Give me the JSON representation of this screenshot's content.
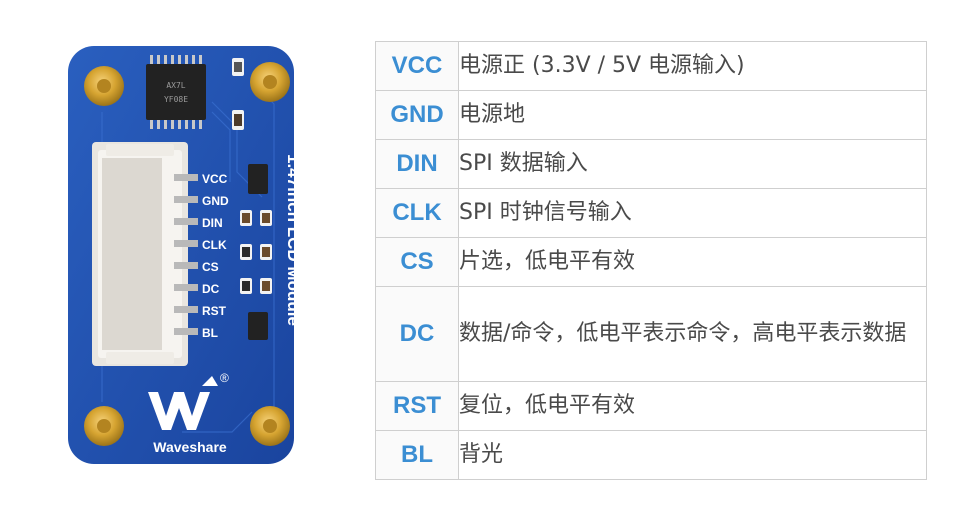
{
  "board": {
    "silk_title": "1.47inch LCD Module",
    "brand": "Waveshare",
    "registered_mark": "®",
    "chip_lines": [
      "AX7L",
      "YF08E"
    ],
    "pin_labels": [
      "VCC",
      "GND",
      "DIN",
      "CLK",
      "CS",
      "DC",
      "RST",
      "BL"
    ]
  },
  "pins": [
    {
      "name": "VCC",
      "desc": "电源正 (3.3V / 5V 电源输入)"
    },
    {
      "name": "GND",
      "desc": "电源地"
    },
    {
      "name": "DIN",
      "desc": "SPI 数据输入"
    },
    {
      "name": "CLK",
      "desc": "SPI 时钟信号输入"
    },
    {
      "name": "CS",
      "desc": "片选，低电平有效"
    },
    {
      "name": "DC",
      "desc": "数据/命令，低电平表示命令，高电平表示数据"
    },
    {
      "name": "RST",
      "desc": "复位，低电平有效"
    },
    {
      "name": "BL",
      "desc": "背光"
    }
  ],
  "colors": {
    "pcb": "#1f4fae",
    "pin_text": "#3b8ed3",
    "gold": "#d6a431",
    "connector": "#ece9e4"
  }
}
